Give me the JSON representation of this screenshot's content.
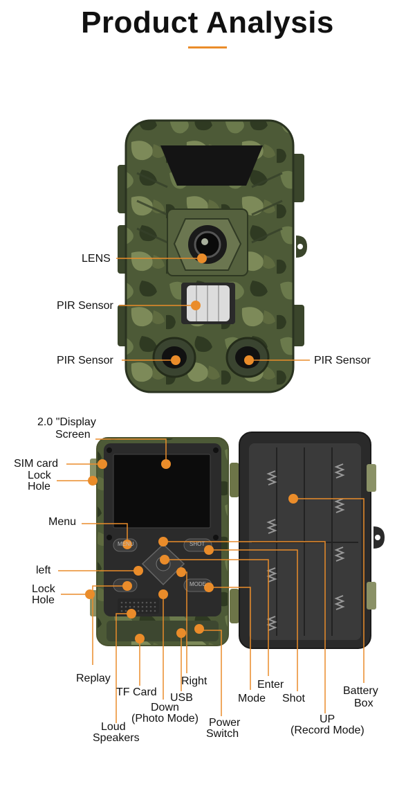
{
  "header": {
    "title": "Product Analysis",
    "accent_color": "#ea8c2a"
  },
  "front_view": {
    "labels": {
      "lens": "LENS",
      "pir_top": "PIR Sensor",
      "pir_left": "PIR Sensor",
      "pir_right": "PIR Sensor"
    }
  },
  "open_view": {
    "labels": {
      "display_1": "2.0 \"Display",
      "display_2": "Screen",
      "sim_card": "SIM card",
      "lock_hole_top_1": "Lock",
      "lock_hole_top_2": "Hole",
      "menu": "Menu",
      "left": "left",
      "lock_hole_bottom_1": "Lock",
      "lock_hole_bottom_2": "Hole",
      "replay": "Replay",
      "tf_card": "TF Card",
      "usb": "USB",
      "right": "Right",
      "down_1": "Down",
      "down_2": "(Photo Mode)",
      "loud_1": "Loud",
      "loud_2": "Speakers",
      "power_1": "Power",
      "power_2": "Switch",
      "mode": "Mode",
      "enter": "Enter",
      "shot": "Shot",
      "up_1": "UP",
      "up_2": "(Record Mode)",
      "battery_1": "Battery",
      "battery_2": "Box"
    },
    "button_text": {
      "menu_btn": "MENU",
      "shot_btn": "SHOT",
      "mode_btn": "MODE"
    }
  },
  "colors": {
    "camo_base": "#4d5a37",
    "camo_dark": "#2f3a22",
    "camo_light": "#6b7a4c",
    "callout": "#ea8c2a",
    "panel": "#2b2b2b",
    "screen": "#0c0c0c"
  }
}
